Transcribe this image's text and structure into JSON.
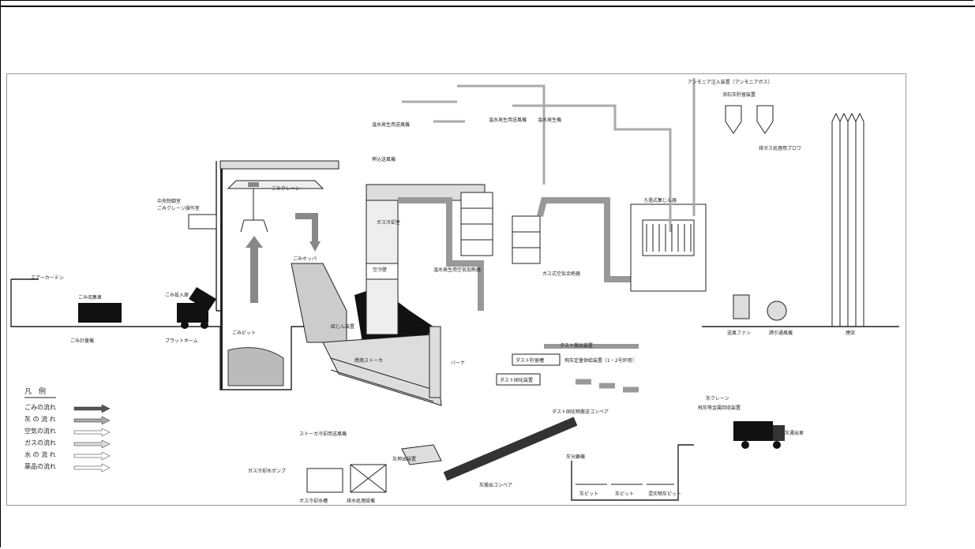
{
  "diagram": {
    "labels": {
      "ammonia": "アンモニア注入装置（アンモニアガス）",
      "hot_water_fan": "温水発生用送風機",
      "hot_water_fan2": "温水発生用送風機",
      "hot_water_generator": "温水発生機",
      "slaked_lime": "消石灰貯留装置",
      "exhaust_blower": "排ガス処理用ブロワ",
      "push_fan": "押込送風機",
      "crane": "ごみクレーン",
      "central_control": "中央制御室",
      "crane_control": "ごみクレーン操作室",
      "gas_cooler": "ガス冷却室",
      "air_heater": "空冷壁",
      "hot_water_air_heater": "温水発生用空気加熱器",
      "gas_air_heater": "ガス式空気余熱器",
      "bag_filter": "ろ過式集じん器",
      "hopper": "ごみホッパ",
      "air_curtain": "エアーカーテン",
      "collection_truck": "ごみ収集車",
      "input_door": "ごみ投入扉",
      "scale": "ごみ計量機",
      "platform": "プラットホーム",
      "pit": "ごみピット",
      "feeder": "給じん装置",
      "stoker": "燃焼ストーカ",
      "burner": "バーナ",
      "dust_conveyor": "ダスト搬出装置",
      "dust_storage": "ダスト貯留槽",
      "dust_treatment": "ダスト固化装置",
      "supply_air": "飛灰定量供給装置（1・2号炉用）",
      "dust_conveyor2": "ダスト固化物搬送コンベア",
      "ash_crane": "灰クレーン",
      "metal_recovery": "飛灰等金属回収装置",
      "ash_truck": "灰運出車",
      "induced_fan": "誘引通風機",
      "chimney": "煙突",
      "recirc_fan": "送風ファン",
      "stoker_fan": "ストーカ冷却用送風機",
      "gas_cool_pump": "ガス冷却水ポンプ",
      "cooling_tank": "ガス冷却水槽",
      "wastewater": "排水処理設備",
      "ash_extractor": "灰押出装置",
      "ash_conveyor": "灰搬出コンベア",
      "ash_pit_label": "灰分離機",
      "ash_pit1": "灰ピット",
      "ash_pit2": "灰ピット",
      "ash_pit3": "混灰物灰ピット"
    },
    "legend": {
      "title": "凡　例",
      "items": [
        "ごみの流れ",
        "灰 の 流 れ",
        "空気の流れ",
        "ガスの流れ",
        "水 の 流 れ",
        "薬品の流れ"
      ]
    }
  }
}
